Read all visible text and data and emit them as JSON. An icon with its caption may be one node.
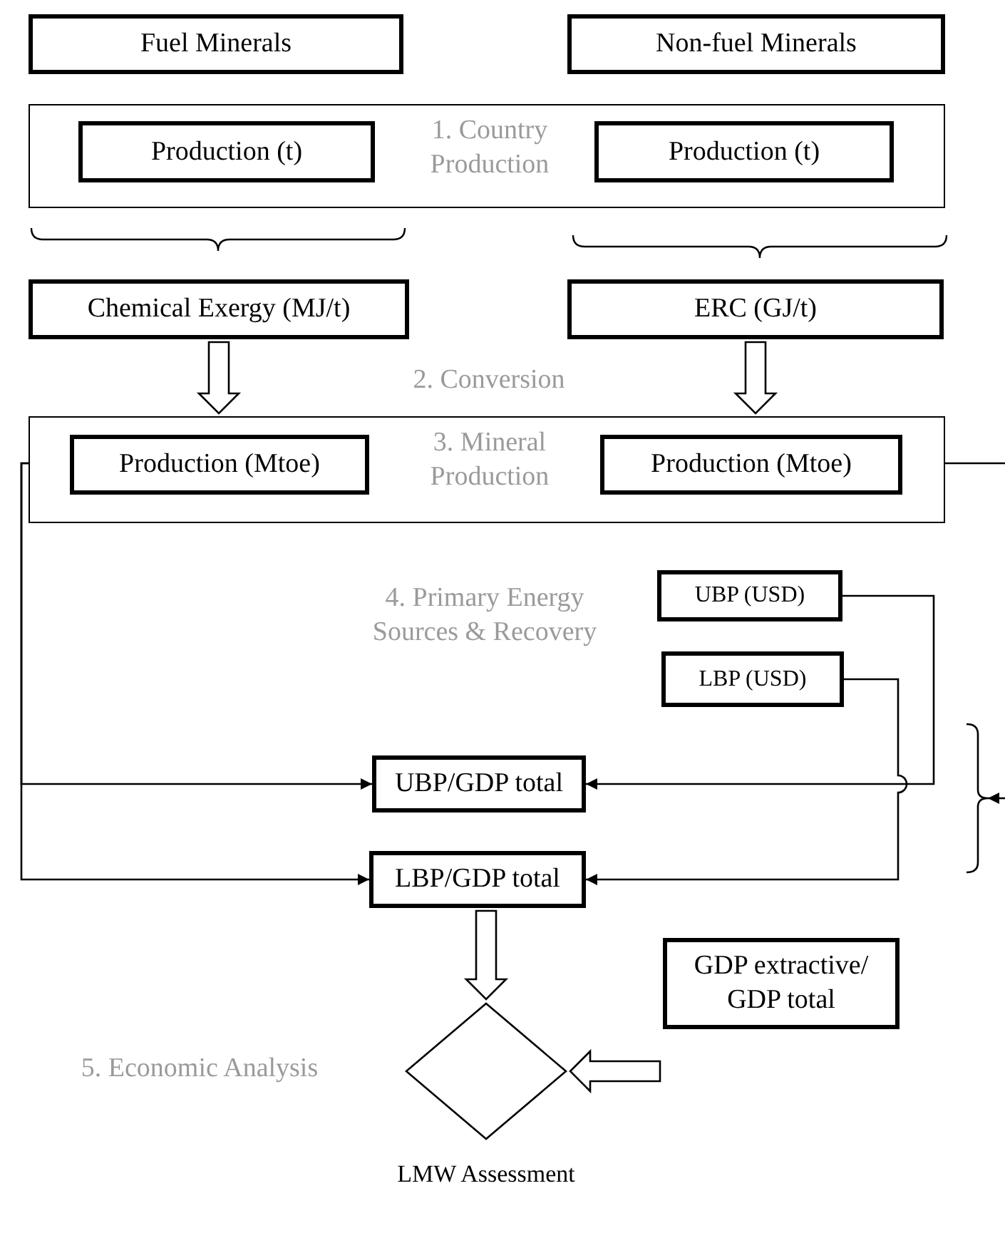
{
  "diagram": {
    "nodes": [
      {
        "text": [
          "Fuel Minerals"
        ]
      },
      {
        "text": [
          "Non-fuel Minerals"
        ]
      },
      {
        "text": [
          "1. Country Production"
        ]
      },
      {
        "text": [
          "Production (t)"
        ],
        "in": 2
      },
      {
        "text": [
          "Production (t)"
        ],
        "in": 2
      },
      {
        "text": [
          "Chemical Exergy (MJ/t)"
        ]
      },
      {
        "text": [
          "ERC (GJ/t)"
        ]
      },
      {
        "text": [
          "3. Mineral Production"
        ]
      },
      {
        "text": [
          "Production (Mtoe)"
        ],
        "in": 7
      },
      {
        "text": [
          "Production (Mtoe)"
        ],
        "in": 7
      },
      {
        "text": [
          "UBP (USD)"
        ]
      },
      {
        "text": [
          "LBP (USD)"
        ]
      },
      {
        "text": [
          "UBP/GDP total"
        ]
      },
      {
        "text": [
          "LBP/GDP total"
        ]
      },
      {
        "text": [],
        "shape": "brace"
      },
      {
        "text": [
          "GDP extractive/ GDP total"
        ]
      },
      {
        "text": [],
        "shape": "diamond",
        "beside": [
          "LMW Assessment"
        ]
      }
    ],
    "edges": [
      {
        "from": 5,
        "to": 7,
        "arrow": "to",
        "style": "thick"
      },
      {
        "from": 6,
        "to": 7,
        "arrow": "to",
        "style": "thick"
      },
      {
        "from": 8,
        "to": 12,
        "arrow": "to"
      },
      {
        "from": 8,
        "to": 13,
        "arrow": "to"
      },
      {
        "from": 9,
        "to": null,
        "arrow": "none"
      },
      {
        "from": null,
        "to": 14,
        "arrow": "to"
      },
      {
        "from": 10,
        "to": 12,
        "arrow": "to"
      },
      {
        "from": 11,
        "to": 13,
        "arrow": "to"
      },
      {
        "from": 13,
        "to": 16,
        "arrow": "to",
        "style": "thick"
      },
      {
        "from": 15,
        "to": 16,
        "arrow": "to",
        "style": "thick"
      }
    ],
    "labels": [
      "2. Conversion",
      "4. Primary Energy Sources & Recovery",
      "5. Economic Analysis"
    ]
  }
}
